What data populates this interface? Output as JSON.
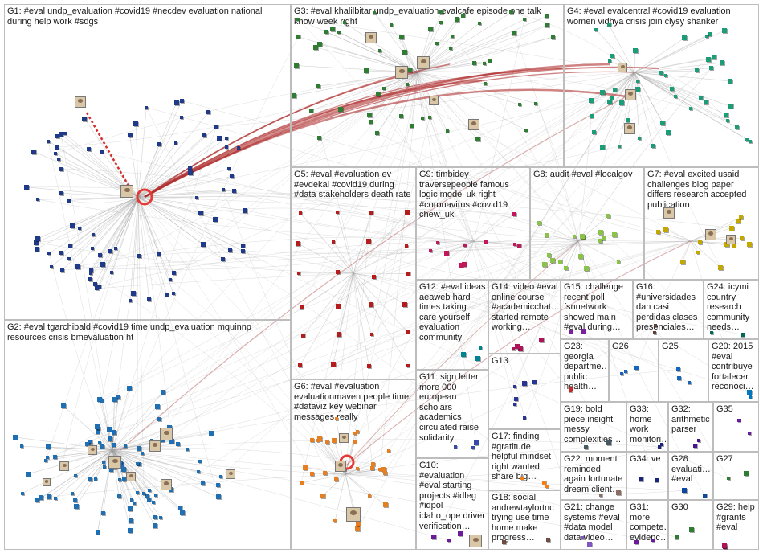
{
  "graph": {
    "groups": [
      {
        "id": "G1",
        "label": "G1: #eval undp_evaluation #covid19 #necdev evaluation national during help work #sdgs",
        "color": "#1f3a8a"
      },
      {
        "id": "G2",
        "label": "G2: #eval tgarchibald #covid19 time undp_evaluation mquinnp resources crisis bmevaluation ht",
        "color": "#1f6fb4"
      },
      {
        "id": "G3",
        "label": "G3: #eval khalilbitar undp_evaluation evalcafe episode one talk know week right",
        "color": "#2e7d32"
      },
      {
        "id": "G4",
        "label": "G4: #eval evalcentral #covid19 evaluation women vidhya crisis join clysy shanker",
        "color": "#1b9e77"
      },
      {
        "id": "G5",
        "label": "G5: #eval #evaluation ev #evdekal #covid19 during #data stakeholders death rate",
        "color": "#b71c1c"
      },
      {
        "id": "G6",
        "label": "G6: #eval #evaluation evaluationmaven people time #dataviz key webinar messages really",
        "color": "#e67e22"
      },
      {
        "id": "G7",
        "label": "G7: #eval excited usaid challenges blog paper differs research accepted publication",
        "color": "#c2a800"
      },
      {
        "id": "G8",
        "label": "G8: audit #eval #localgov",
        "color": "#8bc34a"
      },
      {
        "id": "G9",
        "label": "G9: timbidey traversepeople famous logic model uk right #coronavirus #covid19 chew_uk",
        "color": "#c2185b"
      },
      {
        "id": "G10",
        "label": "G10: #evaluation #eval starting projects #idleg #idpol idaho_ope driver verification…",
        "color": "#6a1b9a"
      },
      {
        "id": "G11",
        "label": "G11: sign letter more 000 european scholars academics circulated raise solidarity",
        "color": "#3949ab"
      },
      {
        "id": "G12",
        "label": "G12: #eval ideas aeaweb hard times taking care yourself evaluation community",
        "color": "#00838f"
      },
      {
        "id": "G13",
        "label": "G13",
        "color": "#283593"
      },
      {
        "id": "G14",
        "label": "G14: video #eval online course #academicchat… started remote working…",
        "color": "#ad1457"
      },
      {
        "id": "G15",
        "label": "G15: challenge recent poll fsnnetwork showed main #eval during…",
        "color": "#7b1fa2"
      },
      {
        "id": "G16",
        "label": "G16: #universidades dan casi perdidas clases presenciales…",
        "color": "#5d4037"
      },
      {
        "id": "G17",
        "label": "G17: finding #gratitude helpful mindset right wanted share big…",
        "color": "#f57f17"
      },
      {
        "id": "G18",
        "label": "G18: social andrewtaylortnc trying use time home make progress…",
        "color": "#6d4c41"
      },
      {
        "id": "G19",
        "label": "G19: bold piece insight messy complexities…",
        "color": "#455a64"
      },
      {
        "id": "G20",
        "label": "G20: 2015 #eval contribuye fortalecer reconoci…",
        "color": "#0277bd"
      },
      {
        "id": "G21",
        "label": "G21: change systems #eval #data model data video…",
        "color": "#7e57c2"
      },
      {
        "id": "G22",
        "label": "G22: moment reminded again fortunate dream client…",
        "color": "#8d6e63"
      },
      {
        "id": "G23",
        "label": "G23: georgia departme… public health…",
        "color": "#c62828"
      },
      {
        "id": "G24",
        "label": "G24: icymi country research community needs…",
        "color": "#00695c"
      },
      {
        "id": "G25",
        "label": "G25",
        "color": "#1565c0"
      },
      {
        "id": "G26",
        "label": "G26",
        "color": "#1565c0"
      },
      {
        "id": "G27",
        "label": "G27",
        "color": "#2e7d32"
      },
      {
        "id": "G28",
        "label": "G28: evaluati… #eval",
        "color": "#0d47a1"
      },
      {
        "id": "G29",
        "label": "G29: help #grants #eval",
        "color": "#ad1457"
      },
      {
        "id": "G30",
        "label": "G30",
        "color": "#2e7d32"
      },
      {
        "id": "G31",
        "label": "G31: more compete… evidenc…",
        "color": "#6a1b9a"
      },
      {
        "id": "G32",
        "label": "G32: arithmetic parser",
        "color": "#4a148c"
      },
      {
        "id": "G33",
        "label": "G33: home work monitori…",
        "color": "#1a237e"
      },
      {
        "id": "G34",
        "label": "G34: ve",
        "color": "#1a237e"
      },
      {
        "id": "G35",
        "label": "G35",
        "color": "#6a1b9a"
      }
    ]
  }
}
